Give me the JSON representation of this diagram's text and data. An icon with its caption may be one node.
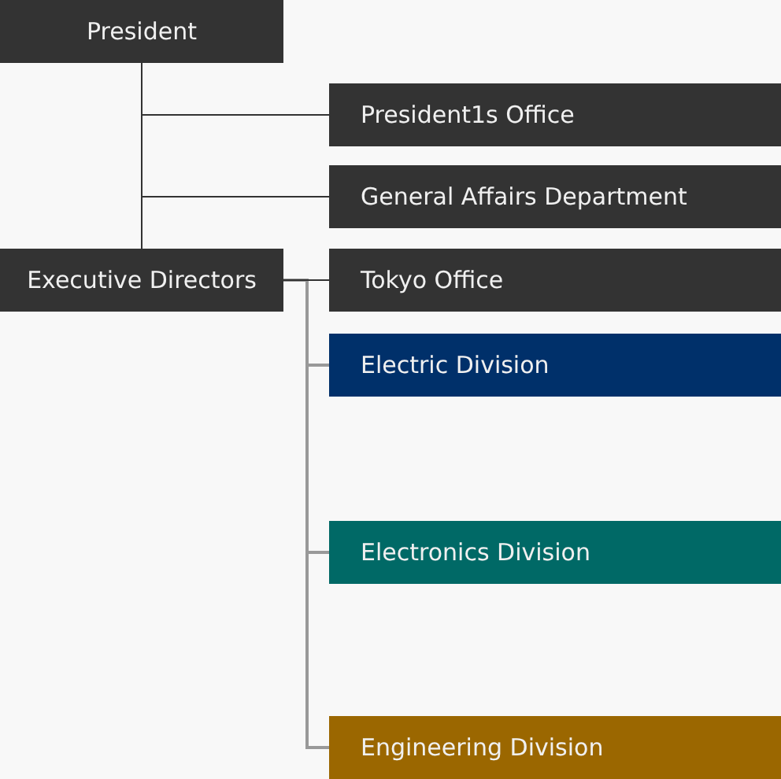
{
  "diagram": {
    "nodes": [
      {
        "text": [
          "President"
        ]
      },
      {
        "text": [
          "President1s Office"
        ]
      },
      {
        "text": [
          "General Affairs Department"
        ]
      },
      {
        "text": [
          "Executive Directors"
        ]
      },
      {
        "text": [
          "Tokyo Office"
        ]
      },
      {
        "text": [
          "Electric Division"
        ]
      },
      {
        "text": [
          "Electronics Division"
        ]
      },
      {
        "text": [
          "Engineering Division"
        ]
      }
    ],
    "edges": [
      {
        "from": 0,
        "to": 1,
        "arrow": "none"
      },
      {
        "from": 0,
        "to": 2,
        "arrow": "none"
      },
      {
        "from": 0,
        "to": 3,
        "arrow": "none"
      },
      {
        "from": 3,
        "to": 4,
        "arrow": "none"
      },
      {
        "from": 3,
        "to": 5,
        "arrow": "none",
        "color": "#999999"
      },
      {
        "from": 3,
        "to": 6,
        "arrow": "none",
        "color": "#999999"
      },
      {
        "from": 3,
        "to": 7,
        "arrow": "none",
        "color": "#999999"
      }
    ]
  }
}
